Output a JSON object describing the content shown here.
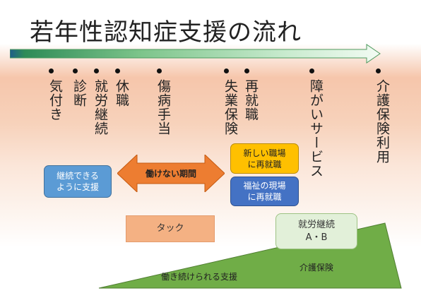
{
  "title": "若年性認知症支援の流れ",
  "stages": [
    {
      "id": "kizuki",
      "label": "気付き"
    },
    {
      "id": "shindan",
      "label": "診断"
    },
    {
      "id": "shuro-keizoku",
      "label": "就労継続"
    },
    {
      "id": "kyushoku",
      "label": "休職"
    },
    {
      "id": "shobyo-teate",
      "label": "傷病手当"
    },
    {
      "id": "shitsugyo-hoken",
      "label": "失業保険"
    },
    {
      "id": "sai-shushoku",
      "label": "再就職"
    },
    {
      "id": "shogai-service",
      "label": "障がいサービス"
    },
    {
      "id": "kaigo-hoken-riyo",
      "label": "介護保険利用"
    }
  ],
  "boxes": {
    "keizoku": "継続できる\nように支援",
    "hatarakenai": "働けない期間",
    "atarashii": "新しい職場\nに再就職",
    "fukushi": "福祉の現場\nに再就職",
    "tack": "タック",
    "shuro": "就労継続\nA・B",
    "support": "働き続けられる支援",
    "kaigo": "介護保険"
  },
  "colors": {
    "timeline_start": "#1f7a4d",
    "timeline_mid": "#8fd19e",
    "arrow_fill": "#ed7d31",
    "wedge_fill": "#70ad47"
  }
}
